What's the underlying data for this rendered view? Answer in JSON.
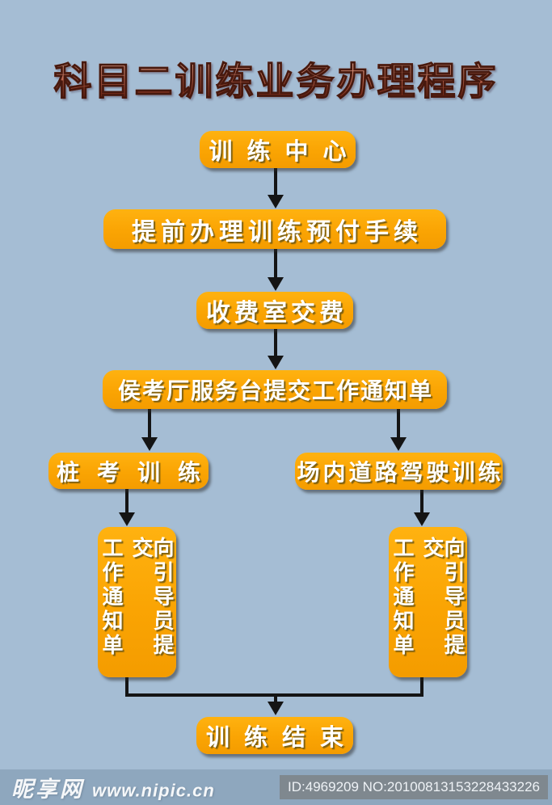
{
  "title": "科目二训练业务办理程序",
  "flow": {
    "training_center": "训练中心",
    "prepay": "提前办理训练预付手续",
    "pay_fee": "收费室交费",
    "submit_notice": "侯考厅服务台提交工作通知单",
    "pile_training": "桩考训练",
    "road_training": "场内道路驾驶训练",
    "guide_left": {
      "col_left": "工作通知单",
      "col_right": "向引导员提交"
    },
    "guide_right": {
      "col_left": "工作通知单",
      "col_right": "向引导员提交"
    },
    "end": "训练结束"
  },
  "colors": {
    "background": "#a5bdd4",
    "node_fill": "#faa403",
    "node_text": "#ffffff",
    "arrow": "#141414",
    "title_dark": "#5c1a0c",
    "footer_bar": "#8ea7be"
  },
  "footer": {
    "site_name": "昵享网",
    "site_url": "www.nipic.cn",
    "id_text": "ID:4969209 NO:20100813153228433226"
  }
}
